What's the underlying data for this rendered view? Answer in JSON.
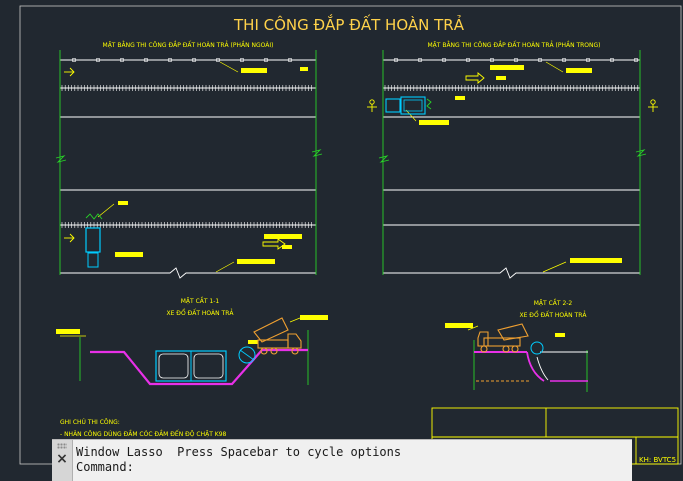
{
  "drawing": {
    "title": "THI CÔNG ĐẮP ĐẤT HOÀN TRẢ",
    "left_plan_title": "MẶT BẰNG THI CÔNG ĐẮP ĐẤT HOÀN TRẢ (PHẦN NGOÀI)",
    "right_plan_title": "MẶT BẰNG THI CÔNG ĐẮP ĐẤT HOÀN TRẢ (PHẦN TRONG)",
    "section1_title": "MẶT CẮT 1-1",
    "section1_subtitle": "XE ĐỔ ĐẤT HOÀN TRẢ",
    "section2_title": "MẶT CẮT 2-2",
    "section2_subtitle": "XE ĐỔ ĐẤT HOÀN TRẢ",
    "notes_title": "GHI CHÚ THI CÔNG:",
    "notes_line1": "-    NHÂN CÔNG DÙNG ĐẦM CÓC ĐẦM ĐẾN ĐỘ CHẶT K98",
    "title_block_code": "KH: BVTC5"
  },
  "command_line": {
    "line1": "Window Lasso  Press Spacebar to cycle options",
    "line2": "Command:",
    "close_label": "×"
  },
  "colors": {
    "background": "#212830",
    "linework": "#ffffff",
    "text": "#ffff00",
    "title": "#ffd24a",
    "green": "#28d028",
    "cyan": "#00ccff",
    "magenta": "#e830e8",
    "orange": "#f0a030"
  }
}
